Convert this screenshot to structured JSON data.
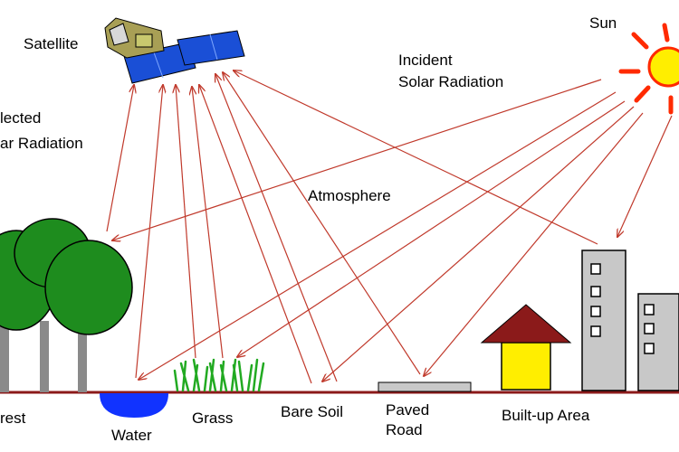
{
  "labels": {
    "satellite": "Satellite",
    "sun": "Sun",
    "incident_line1": "Incident",
    "incident_line2": "Solar Radiation",
    "reflected_line1": "lected",
    "reflected_line2": "ar Radiation",
    "atmosphere": "Atmosphere",
    "forest": "rest",
    "water": "Water",
    "grass": "Grass",
    "bare_soil": "Bare Soil",
    "paved_line1": "Paved",
    "paved_line2": "Road",
    "builtup": "Built-up Area"
  },
  "colors": {
    "arrow": "#c0392b",
    "ground": "#8b1a1a",
    "sun": "#ffee00",
    "sun_rays": "#ff2a00",
    "forest_canopy": "#1e8c1e",
    "trunk": "#8a8a8a",
    "water": "#1133ff",
    "grass": "#22aa22",
    "house_roof": "#8b1a1a",
    "house_wall": "#ffee00",
    "building": "#c8c8c8",
    "solar_panel": "#1a4fd6"
  },
  "icons": [
    "satellite-icon",
    "sun-icon",
    "forest-icon",
    "water-icon",
    "grass-icon",
    "bare-soil-icon",
    "paved-road-icon",
    "house-icon",
    "building-icon"
  ]
}
